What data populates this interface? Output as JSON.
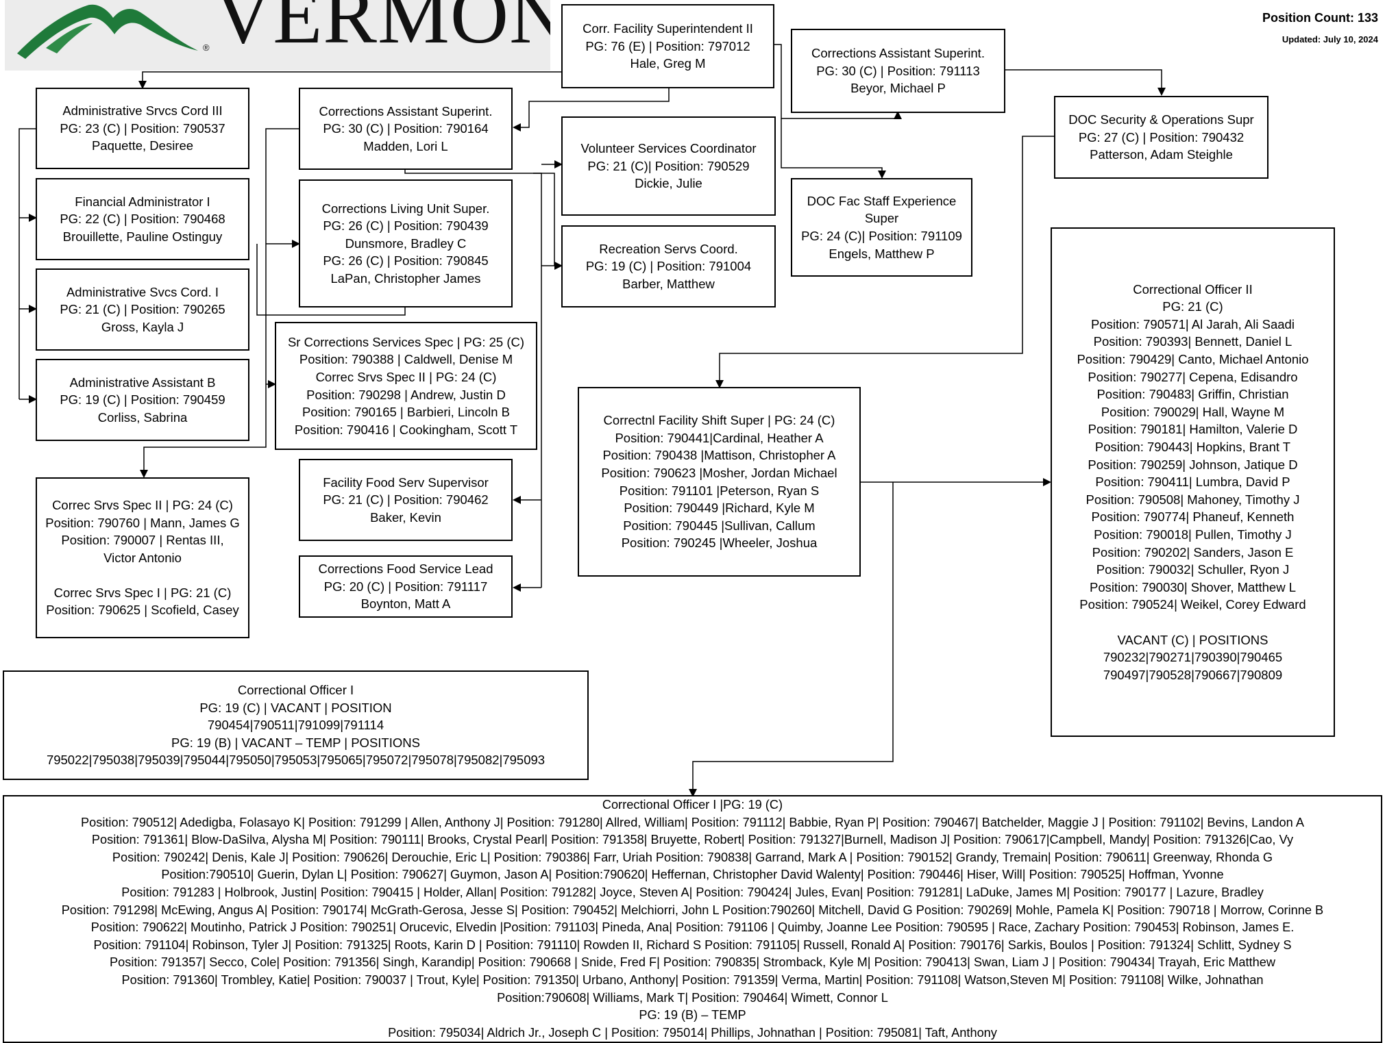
{
  "header": {
    "logo_text": "VERMONT",
    "logo_mark": "®",
    "position_count": "Position Count: 133",
    "updated": "Updated: July 10, 2024"
  },
  "boxes": {
    "superintendent": [
      "Corr. Facility Superintendent II",
      "PG: 76 (E) | Position: 797012",
      "Hale, Greg M"
    ],
    "asst_supt_beyor": [
      "Corrections Assistant Superint.",
      "PG: 30 (C) | Position: 791113",
      "Beyor, Michael P"
    ],
    "security_ops": [
      "DOC Security & Operations Supr",
      "PG: 27 (C) | Position: 790432",
      "Patterson, Adam Steighle"
    ],
    "admin_srvcs_cord_iii": [
      "Administrative Srvcs Cord III",
      "PG: 23 (C) | Position: 790537",
      "Paquette, Desiree"
    ],
    "financial_admin": [
      "Financial Administrator I",
      "PG: 22 (C) | Position: 790468",
      "Brouillette, Pauline Ostinguy"
    ],
    "admin_svcs_cord_i": [
      "Administrative Svcs Cord. I",
      "PG: 21 (C) | Position: 790265",
      "Gross, Kayla J"
    ],
    "admin_assistant_b": [
      "Administrative Assistant B",
      "PG: 19 (C) | Position: 790459",
      "Corliss, Sabrina"
    ],
    "asst_supt_madden": [
      "Corrections Assistant Superint.",
      "PG: 30 (C) | Position: 790164",
      "Madden, Lori L"
    ],
    "living_unit": [
      "Corrections Living Unit Super.",
      "PG: 26 (C) | Position: 790439",
      "Dunsmore, Bradley C",
      "PG: 26 (C) | Position: 790845",
      "LaPan, Christopher James"
    ],
    "sr_services": [
      "Sr Corrections Services Spec | PG: 25 (C)",
      "Position: 790388 | Caldwell, Denise M",
      "Correc Srvs Spec II | PG: 24 (C)",
      "Position: 790298 | Andrew, Justin D",
      "Position: 790165 | Barbieri, Lincoln B",
      "Position: 790416 | Cookingham, Scott T"
    ],
    "food_serv_supervisor": [
      "Facility Food Serv Supervisor",
      "PG: 21 (C) | Position: 790462",
      "Baker, Kevin"
    ],
    "food_service_lead": [
      "Corrections Food Service Lead",
      "PG: 20 (C) | Position: 791117",
      "Boynton, Matt A"
    ],
    "volunteer": [
      "Volunteer Services Coordinator",
      "PG: 21 (C)| Position: 790529",
      "Dickie, Julie"
    ],
    "recreation": [
      "Recreation Servs Coord.",
      "PG: 19 (C) | Position: 791004",
      "Barber, Matthew"
    ],
    "staff_experience": [
      "DOC Fac Staff Experience",
      "Super",
      "PG: 24 (C)| Position: 791109",
      "Engels, Matthew P"
    ],
    "correc_srvs_spec": [
      "Correc Srvs Spec II | PG: 24 (C)",
      "Position: 790760 | Mann, James G",
      "Position: 790007 | Rentas III,",
      "Victor Antonio",
      "",
      "Correc Srvs Spec I | PG: 21 (C)",
      "Position: 790625 | Scofield, Casey"
    ],
    "shift_super": [
      "Correctnl Facility Shift Super | PG: 24 (C)",
      "Position: 790441|Cardinal, Heather A",
      "Position: 790438 |Mattison, Christopher A",
      "Position: 790623 |Mosher, Jordan Michael",
      "Position: 791101 |Peterson, Ryan S",
      "Position: 790449 |Richard, Kyle M",
      "Position: 790445 |Sullivan, Callum",
      "Position: 790245 |Wheeler, Joshua"
    ],
    "co2": [
      "Correctional Officer II",
      "PG: 21 (C)",
      "Position: 790571| Al Jarah, Ali Saadi",
      "Position: 790393| Bennett, Daniel L",
      "Position: 790429| Canto, Michael Antonio",
      "Position: 790277| Cepena, Edisandro",
      "Position: 790483| Griffin, Christian",
      "Position: 790029| Hall, Wayne M",
      "Position: 790181| Hamilton, Valerie D",
      "Position: 790443| Hopkins, Brant T",
      "Position: 790259| Johnson, Jatique D",
      "Position: 790411| Lumbra, David P",
      "Position: 790508| Mahoney, Timothy J",
      "Position: 790774| Phaneuf, Kenneth",
      "Position: 790018| Pullen, Timothy J",
      "Position: 790202| Sanders, Jason E",
      "Position: 790032| Schuller, Ryon J",
      "Position: 790030| Shover, Matthew L",
      "Position: 790524| Weikel, Corey Edward",
      "",
      "VACANT (C) | POSITIONS",
      "790232|790271|790390|790465",
      "790497|790528|790667|790809"
    ],
    "co1_vacant": [
      "Correctional Officer I",
      "PG: 19 (C) | VACANT | POSITION",
      "790454|790511|791099|791114",
      "PG: 19 (B) | VACANT – TEMP | POSITIONS",
      "795022|795038|795039|795044|795050|795053|795065|795072|795078|795082|795093"
    ],
    "co1_big": [
      "Correctional Officer I |PG: 19 (C)",
      "Position: 790512| Adedigba, Folasayo K| Position: 791299 | Allen, Anthony J| Position: 791280| Allred, William| Position: 791112| Babbie, Ryan P| Position: 790467| Batchelder, Maggie J | Position: 791102| Bevins, Landon A",
      "Position: 791361| Blow-DaSilva, Alysha M| Position: 790111| Brooks, Crystal Pearl| Position: 791358| Bruyette, Robert| Position: 791327|Burnell, Madison J| Position: 790617|Campbell, Mandy| Position: 791326|Cao, Vy",
      "Position: 790242| Denis, Kale J| Position: 790626| Derouchie, Eric L| Position: 790386| Farr, Uriah Position: 790838| Garrand, Mark A | Position: 790152| Grandy, Tremain| Position: 790611| Greenway, Rhonda G",
      "Position:790510| Guerin, Dylan L| Position: 790627| Guymon, Jason A| Position:790620| Heffernan, Christopher David Walenty| Position: 790446| Hiser, Will| Position: 790525| Hoffman, Yvonne",
      "Position: 791283 | Holbrook, Justin| Position: 790415 | Holder, Allan| Position: 791282| Joyce, Steven A| Position: 790424| Jules, Evan| Position: 791281| LaDuke, James M| Position: 790177 | Lazure, Bradley",
      "Position: 791298| McEwing, Angus A| Position: 790174| McGrath-Gerosa, Jesse S| Position: 790452| Melchiorri, John L Position:790260| Mitchell, David G Position: 790269| Mohle, Pamela K| Position: 790718 | Morrow, Corinne B",
      "Position: 790622| Moutinho, Patrick J Position: 790251| Orucevic, Elvedin |Position: 791103| Pineda, Ana| Position: 791106 | Quimby, Joanne Lee Position: 790595 | Race, Zachary Position: 790453| Robinson, James E.",
      "Position: 791104| Robinson, Tyler J| Position: 791325| Roots, Karin D | Position: 791110| Rowden II, Richard S Position: 791105| Russell, Ronald A| Position: 790176| Sarkis, Boulos | Position: 791324| Schlitt, Sydney S",
      "Position: 791357| Secco, Cole| Position: 791356| Singh, Karandip| Position: 790668 | Snide, Fred F| Position: 790835| Stromback, Kyle M| Position: 790413| Swan, Liam J | Position: 790434| Trayah, Eric Matthew",
      "Position: 791360| Trombley, Katie| Position: 790037 | Trout, Kyle| Position: 791350| Urbano, Anthony| Position: 791359| Verma, Martin| Position: 791108| Watson,Steven M| Position: 791108| Wilke, Johnathan",
      "Position:790608| Williams, Mark T| Position: 790464| Wimett, Connor L",
      "PG: 19 (B) – TEMP",
      "Position: 795034| Aldrich Jr., Joseph C | Position: 795014| Phillips, Johnathan | Position: 795081| Taft, Anthony"
    ]
  }
}
